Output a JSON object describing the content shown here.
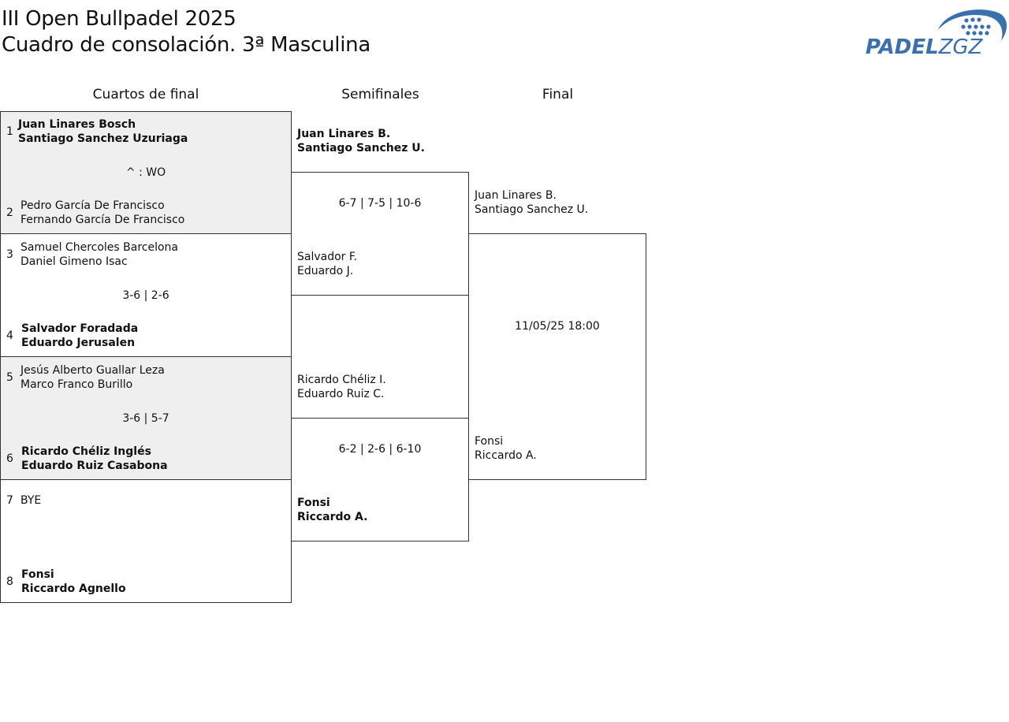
{
  "header": {
    "title_line1": "III Open Bullpadel 2025",
    "title_line2": "Cuadro de consolación. 3ª Masculina",
    "logo_main": "PADEL",
    "logo_suffix": "ZGZ",
    "brand_color": "#3a6fb0"
  },
  "rounds": {
    "r1": "Cuartos de final",
    "r2": "Semifinales",
    "r3": "Final"
  },
  "quarterfinals": [
    {
      "seed_a": "1",
      "team_a_1": "Juan Linares Bosch",
      "team_a_2": "Santiago Sanchez Uzuriaga",
      "score": "^ : WO",
      "seed_b": "2",
      "team_b_1": "Pedro García De Francisco",
      "team_b_2": "Fernando García De Francisco"
    },
    {
      "seed_a": "3",
      "team_a_1": "Samuel Chercoles Barcelona",
      "team_a_2": "Daniel Gimeno Isac",
      "score": "3-6 | 2-6",
      "seed_b": "4",
      "team_b_1": "Salvador Foradada",
      "team_b_2": "Eduardo Jerusalen"
    },
    {
      "seed_a": "5",
      "team_a_1": "Jesús Alberto Guallar Leza",
      "team_a_2": "Marco Franco Burillo",
      "score": "3-6 | 5-7",
      "seed_b": "6",
      "team_b_1": "Ricardo Chéliz Inglés",
      "team_b_2": "Eduardo Ruiz Casabona"
    },
    {
      "seed_a": "7",
      "team_a_1": "BYE",
      "team_a_2": "",
      "score": "",
      "seed_b": "8",
      "team_b_1": "Fonsi",
      "team_b_2": "Riccardo Agnello"
    }
  ],
  "semifinals": [
    {
      "team_a_1": "Juan Linares B.",
      "team_a_2": "Santiago Sanchez U.",
      "score": "6-7 | 7-5 | 10-6",
      "team_b_1": "Salvador F.",
      "team_b_2": "Eduardo J."
    },
    {
      "team_a_1": "Ricardo Chéliz I.",
      "team_a_2": "Eduardo Ruiz C.",
      "score": "6-2 | 2-6 | 6-10",
      "team_b_1": "Fonsi",
      "team_b_2": "Riccardo A."
    }
  ],
  "final": {
    "team_a_1": "Juan Linares B.",
    "team_a_2": "Santiago Sanchez U.",
    "schedule": "11/05/25 18:00",
    "team_b_1": "Fonsi",
    "team_b_2": "Riccardo A."
  }
}
